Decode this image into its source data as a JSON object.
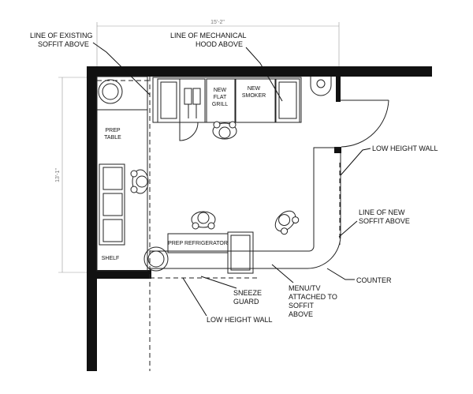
{
  "labels": {
    "existing_soffit": [
      "LINE OF EXISTING",
      "SOFFIT ABOVE"
    ],
    "mech_hood": [
      "LINE OF MECHANICAL",
      "HOOD ABOVE"
    ],
    "low_wall_right": "LOW HEIGHT WALL",
    "new_soffit": [
      "LINE OF NEW",
      "SOFFIT ABOVE"
    ],
    "counter": "COUNTER",
    "menu_tv": [
      "MENU/TV",
      "ATTACHED TO",
      "SOFFIT",
      "ABOVE"
    ],
    "sneeze_guard": [
      "SNEEZE",
      "GUARD"
    ],
    "low_wall_bottom": "LOW HEIGHT WALL",
    "prep_table": [
      "PREP",
      "TABLE"
    ],
    "shelf": "SHELF",
    "prep_refrigerator": "PREP REFRIGERATOR",
    "flat_grill": [
      "NEW",
      "FLAT",
      "GRILL"
    ],
    "smoker": [
      "NEW",
      "SMOKER"
    ]
  },
  "dimensions": {
    "width": "15'-2\"",
    "height": "13'-1\""
  }
}
